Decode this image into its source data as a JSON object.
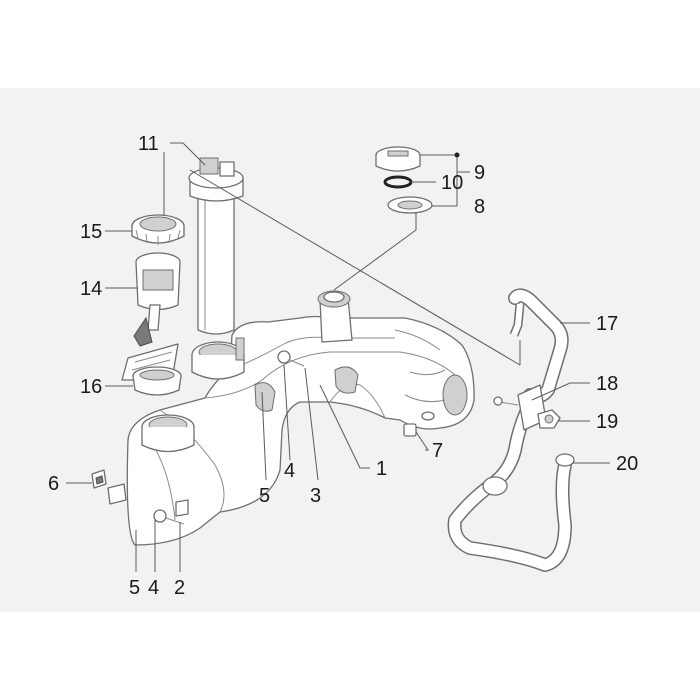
{
  "callouts": {
    "c1": "1",
    "c2": "2",
    "c3": "3",
    "c4a": "4",
    "c4b": "4",
    "c5a": "5",
    "c5b": "5",
    "c6": "6",
    "c7": "7",
    "c8": "8",
    "c9": "9",
    "c10": "10",
    "c11": "11",
    "c14": "14",
    "c15": "15",
    "c16": "16",
    "c17": "17",
    "c18": "18",
    "c19": "19",
    "c20": "20"
  },
  "colors": {
    "panel": "#f2f2f2",
    "linework": "#6e6e6e",
    "text": "#1a1a1a"
  }
}
